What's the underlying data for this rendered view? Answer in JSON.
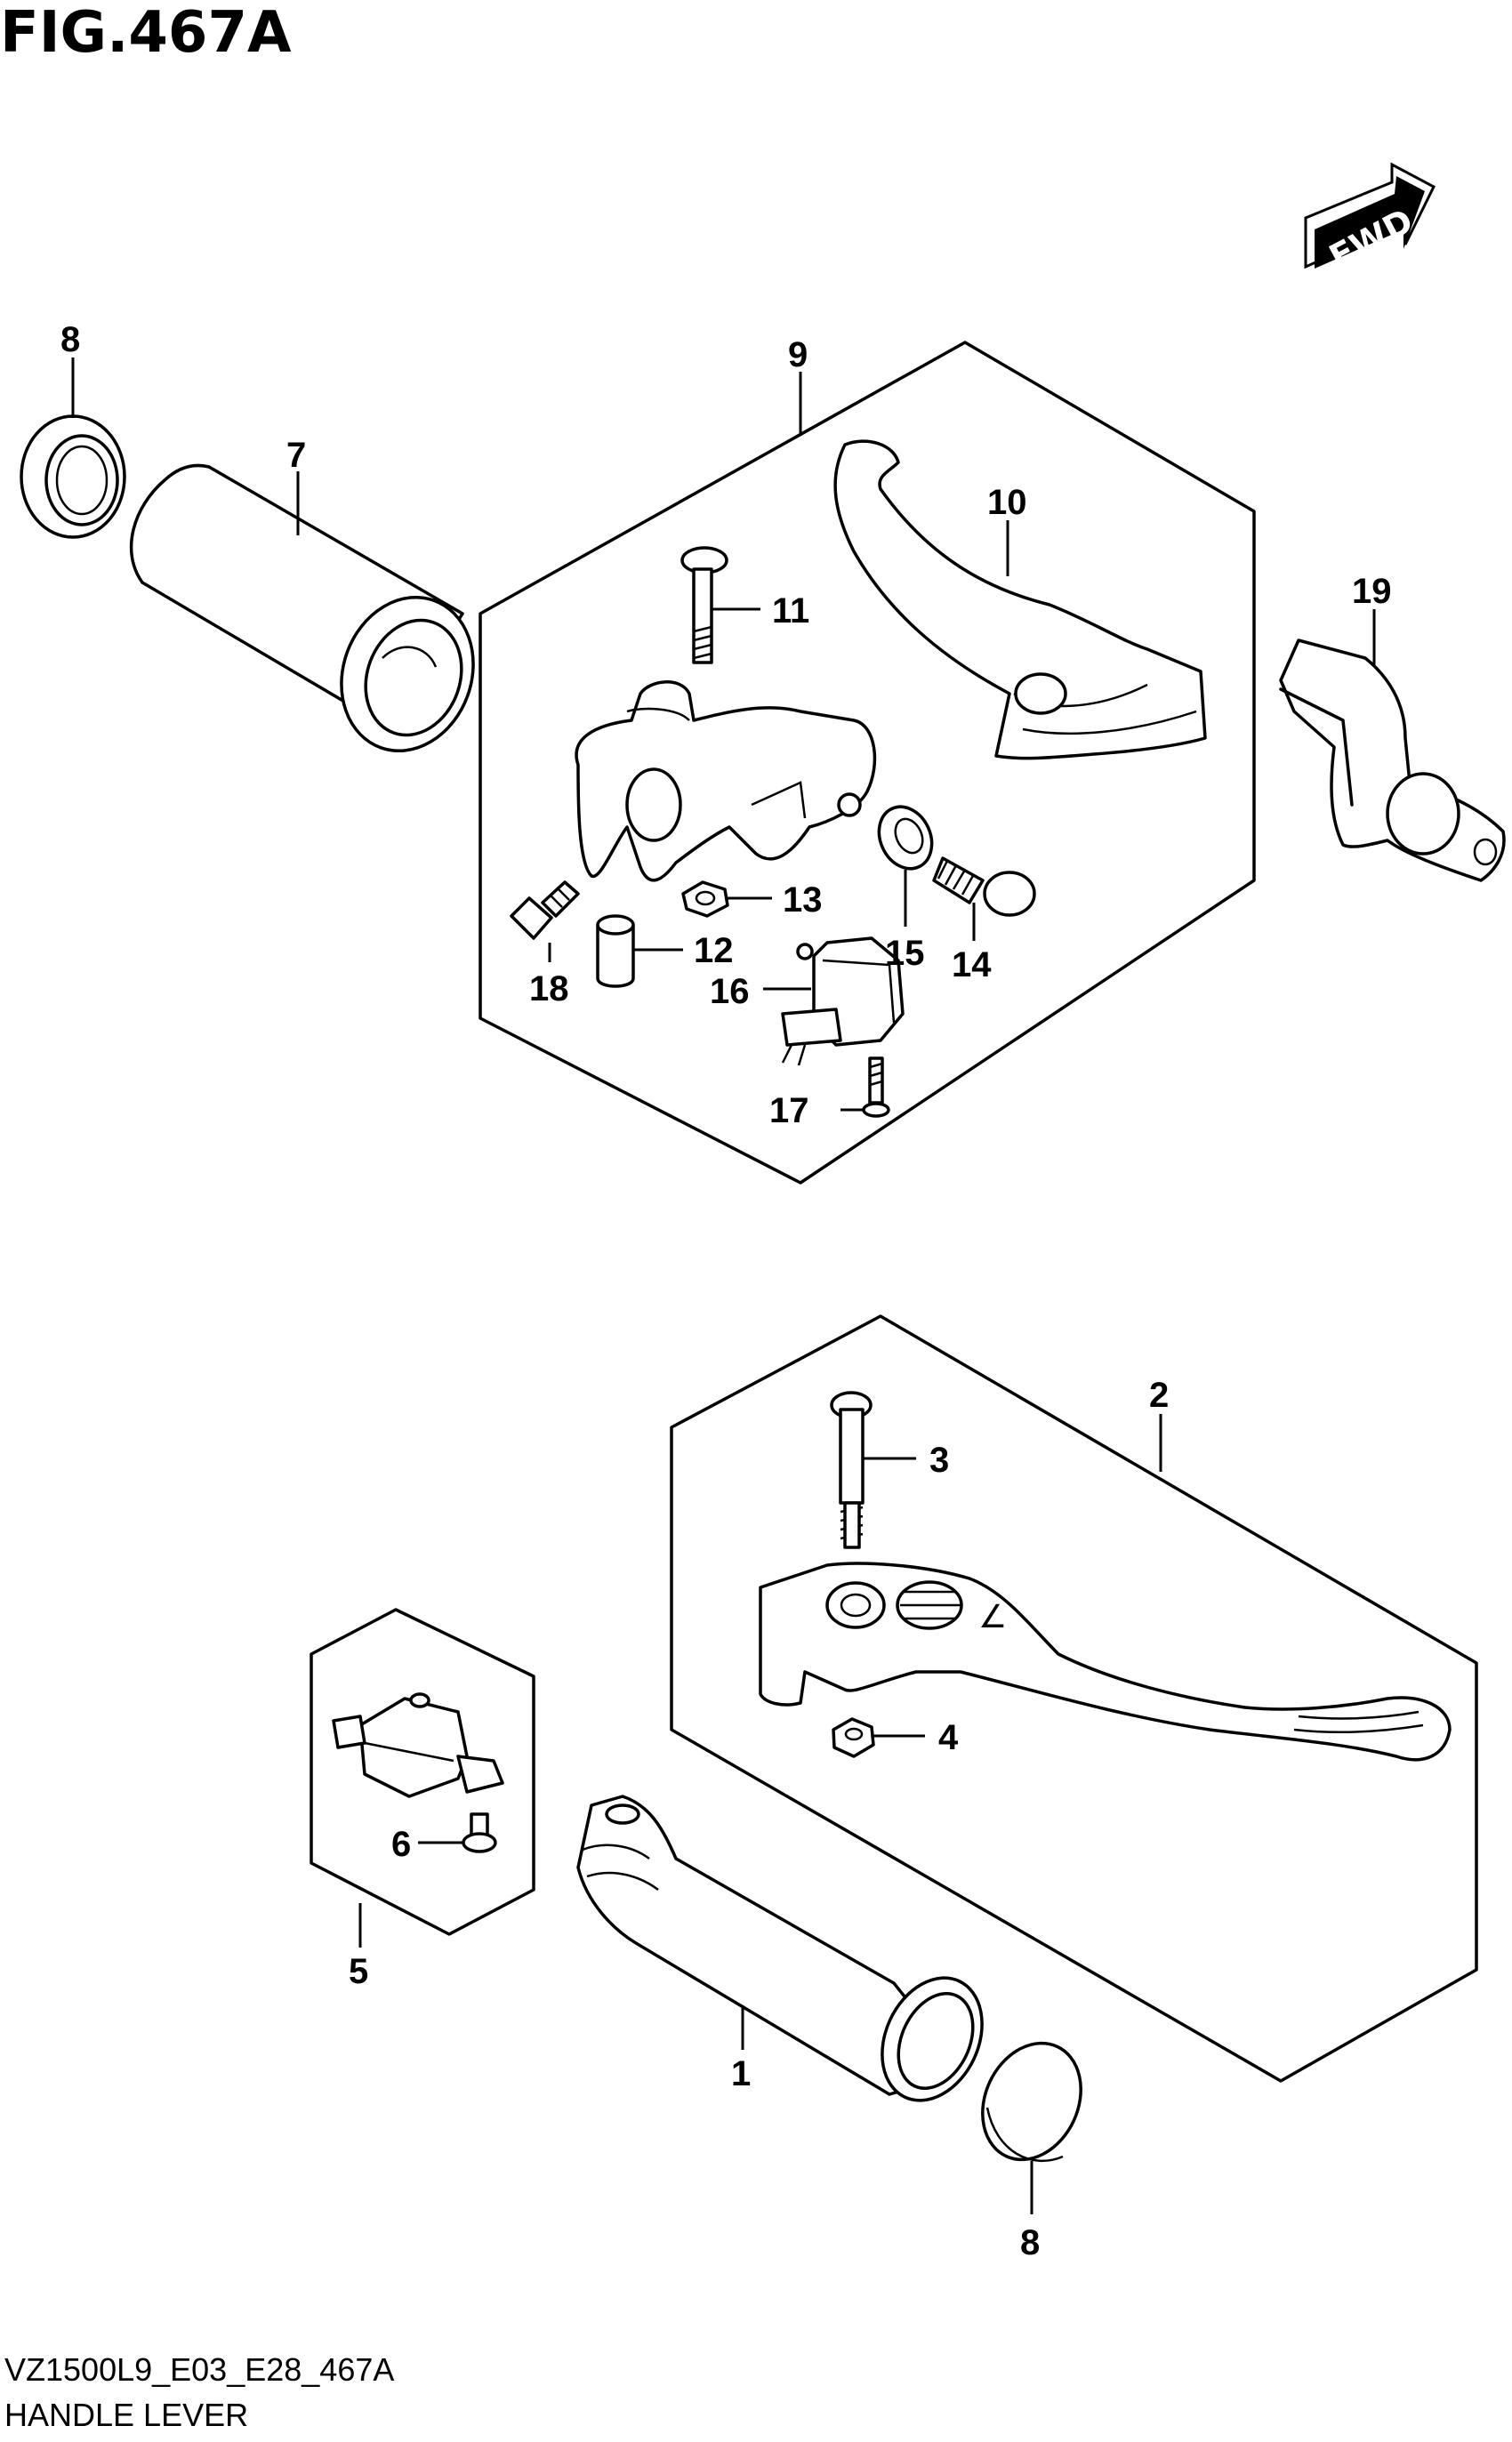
{
  "title": "FIG.467A",
  "fwd_label": "FWD",
  "footer": {
    "code": "VZ1500L9_E03_E28_467A",
    "name": "HANDLE LEVER"
  },
  "callouts": {
    "c1": "1",
    "c2": "2",
    "c3": "3",
    "c4": "4",
    "c5": "5",
    "c6": "6",
    "c7": "7",
    "c8_top": "8",
    "c8_bottom": "8",
    "c9": "9",
    "c10": "10",
    "c11": "11",
    "c12": "12",
    "c13": "13",
    "c14": "14",
    "c15": "15",
    "c16": "16",
    "c17": "17",
    "c18": "18",
    "c19": "19"
  }
}
